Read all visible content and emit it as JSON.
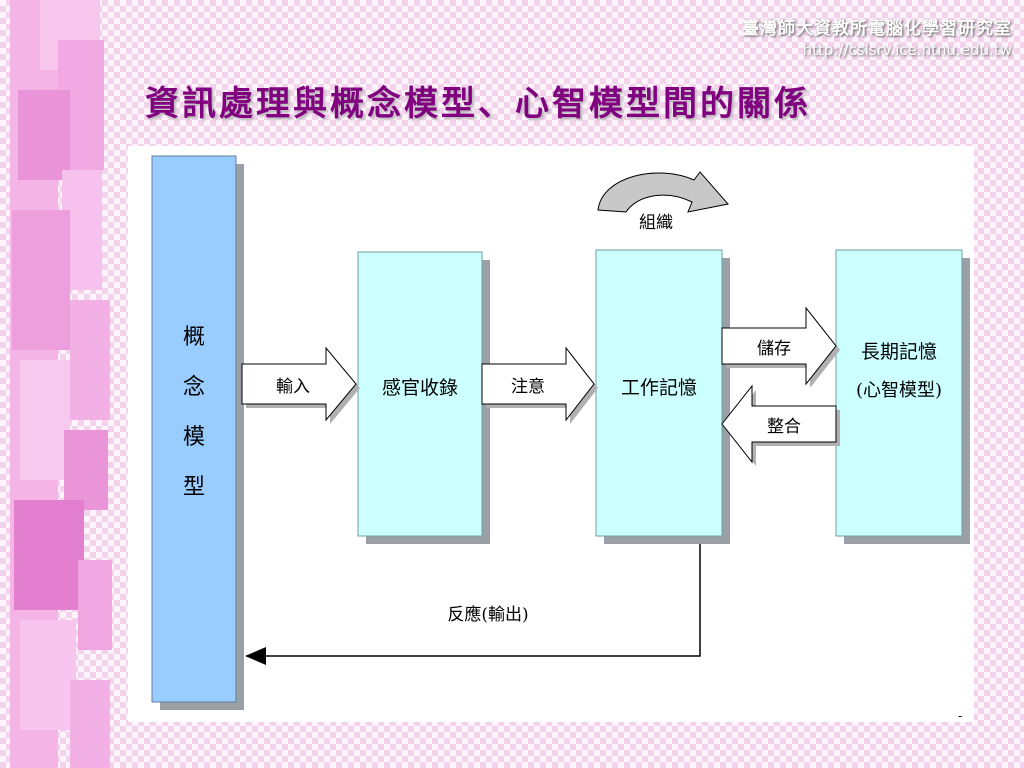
{
  "header": {
    "lab_name": "臺灣師大資教所電腦化學習研究室",
    "url": "http://cslsrv.ice.ntnu.edu.tw"
  },
  "title": "資訊處理與概念模型、心智模型間的關係",
  "diagram": {
    "concept_model": [
      "概",
      "念",
      "模",
      "型"
    ],
    "sensory_box": "感官收錄",
    "working_memory_box": "工作記憶",
    "long_term_box": [
      "長期記憶",
      "(心智模型)"
    ],
    "input_arrow": "輸入",
    "attention_arrow": "注意",
    "storage_arrow": "儲存",
    "integration_arrow": "整合",
    "organize_label": "組織",
    "feedback_label": "反應(輸出)"
  },
  "colors": {
    "title": "#800080",
    "concept_box": "#99ccff",
    "process_box": "#ccffff",
    "ribbon": "#e889d6"
  },
  "page_marker": "-"
}
